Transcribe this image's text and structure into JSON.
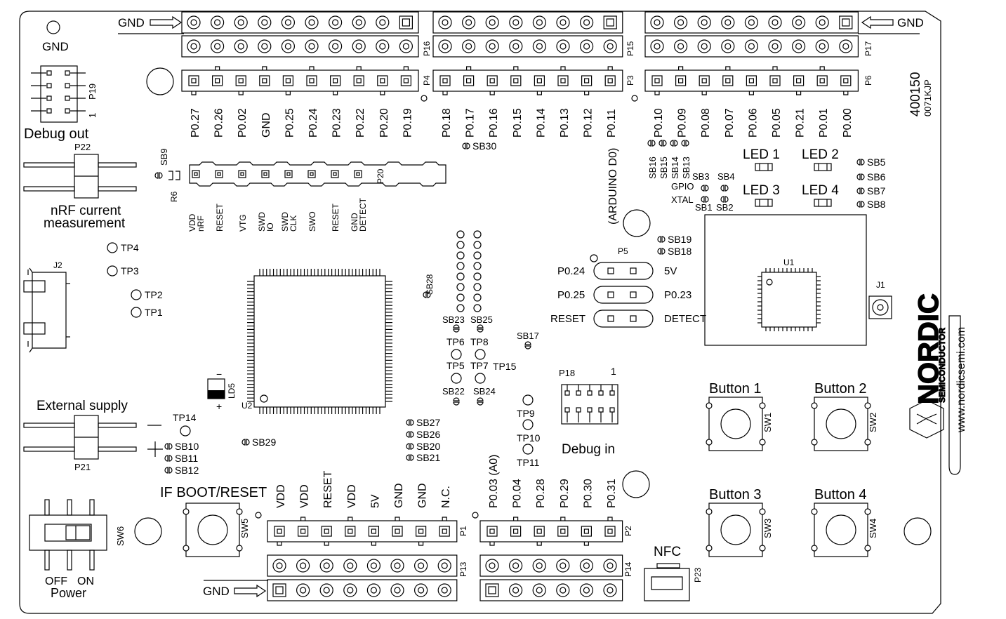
{
  "board": {
    "part_number": "400150",
    "batch": "0071KJP",
    "brand": "NORDIC",
    "brand_sub": "SEMICONDUCTOR",
    "website": "www.nordicsemi.com"
  },
  "labels": {
    "gnd": "GND",
    "debug_out": "Debug out",
    "debug_in": "Debug in",
    "nrf_current_1": "nRF current",
    "nrf_current_2": "measurement",
    "external_supply": "External supply",
    "if_boot_reset": "IF BOOT/RESET",
    "nfc": "NFC",
    "off": "OFF",
    "on": "ON",
    "power": "Power",
    "arduino": "(ARDUINO D0)",
    "gpio": "GPIO",
    "xtal": "XTAL",
    "p5_left": [
      "P0.24",
      "P0.25",
      "RESET"
    ],
    "p5_right": [
      "5V",
      "P0.23",
      "DETECT"
    ],
    "p18_one": "1",
    "p19_one": "1",
    "ld5_minus": "−",
    "ld5_plus": "+"
  },
  "pins": {
    "p4": [
      "P0.27",
      "P0.26",
      "P0.02",
      "GND",
      "P0.25",
      "P0.24",
      "P0.23",
      "P0.22",
      "P0.20",
      "P0.19"
    ],
    "p3": [
      "P0.18",
      "P0.17",
      "P0.16",
      "P0.15",
      "P0.14",
      "P0.13",
      "P0.12",
      "P0.11"
    ],
    "p6": [
      "P0.10",
      "P0.09",
      "P0.08",
      "P0.07",
      "P0.06",
      "P0.05",
      "P0.21",
      "P0.01",
      "P0.00"
    ],
    "p1": [
      "VDD",
      "VDD",
      "RESET",
      "VDD",
      "5V",
      "GND",
      "GND",
      "N.C."
    ],
    "p2": [
      "P0.03 (A0)",
      "P0.04",
      "P0.28",
      "P0.29",
      "P0.30",
      "P0.31"
    ],
    "p20": [
      [
        "VDD",
        "nRF"
      ],
      [
        "RESET"
      ],
      [
        "VTG"
      ],
      [
        "SWD",
        "IO"
      ],
      [
        "SWD",
        "CLK"
      ],
      [
        "SWO"
      ],
      [
        "RESET"
      ],
      [
        "GND",
        "DETECT"
      ]
    ]
  },
  "connectors": {
    "p1": "P1",
    "p2": "P2",
    "p3": "P3",
    "p4": "P4",
    "p5": "P5",
    "p6": "P6",
    "p13": "P13",
    "p14": "P14",
    "p15": "P15",
    "p16": "P16",
    "p17": "P17",
    "p18": "P18",
    "p19": "P19",
    "p20": "P20",
    "p21": "P21",
    "p22": "P22",
    "p23": "P23",
    "j1": "J1",
    "j2": "J2",
    "u1": "U1",
    "u2": "U2",
    "r6": "R6",
    "ld5": "LD5"
  },
  "test_points": [
    "TP1",
    "TP2",
    "TP3",
    "TP4",
    "TP5",
    "TP6",
    "TP7",
    "TP8",
    "TP9",
    "TP10",
    "TP11",
    "TP14",
    "TP15"
  ],
  "solder_bridges": {
    "sb1": "SB1",
    "sb2": "SB2",
    "sb3": "SB3",
    "sb4": "SB4",
    "sb5": "SB5",
    "sb6": "SB6",
    "sb7": "SB7",
    "sb8": "SB8",
    "sb9": "SB9",
    "sb10": "SB10",
    "sb11": "SB11",
    "sb12": "SB12",
    "sb13": "SB13",
    "sb14": "SB14",
    "sb15": "SB15",
    "sb16": "SB16",
    "sb17": "SB17",
    "sb18": "SB18",
    "sb19": "SB19",
    "sb20": "SB20",
    "sb21": "SB21",
    "sb22": "SB22",
    "sb23": "SB23",
    "sb24": "SB24",
    "sb25": "SB25",
    "sb26": "SB26",
    "sb27": "SB27",
    "sb28": "SB28",
    "sb29": "SB29",
    "sb30": "SB30"
  },
  "leds": [
    "LED 1",
    "LED 2",
    "LED 3",
    "LED 4"
  ],
  "buttons": [
    "Button 1",
    "Button 2",
    "Button 3",
    "Button 4"
  ],
  "switches": {
    "sw1": "SW1",
    "sw2": "SW2",
    "sw3": "SW3",
    "sw4": "SW4",
    "sw5": "SW5",
    "sw6": "SW6"
  }
}
